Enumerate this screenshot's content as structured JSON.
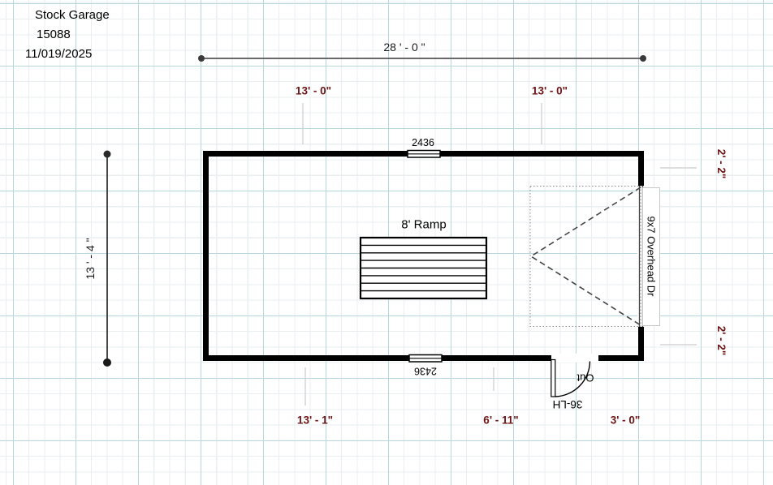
{
  "title_block": {
    "project_name": "Stock Garage",
    "project_number": "15088",
    "date": "11/019/2025"
  },
  "plan": {
    "overall_dims": {
      "width_label": "28 ' - 0 \"",
      "height_label": "13 ' - 4 \""
    },
    "segment_dims": {
      "top": [
        "13' - 0\"",
        "13' - 0\""
      ],
      "right": [
        "2' - 2\"",
        "2' - 2\""
      ],
      "bottom": [
        "13' - 1\"",
        "6' - 11\"",
        "3' - 0\""
      ]
    },
    "objects": {
      "ramp_label": "8' Ramp",
      "window_top_label": "2436",
      "window_bottom_label": "2436",
      "overhead_door_label": "9x7 Overhead Dr",
      "exit_door_swing_label": "Out",
      "exit_door_size_label": "36-LH"
    }
  },
  "colors": {
    "dimension_sub": "#6e1414",
    "dimension_main": "#1a1a1a",
    "wall": "#000000",
    "grid_minor": "#e9eff1",
    "grid_major": "#b7d7dd"
  }
}
